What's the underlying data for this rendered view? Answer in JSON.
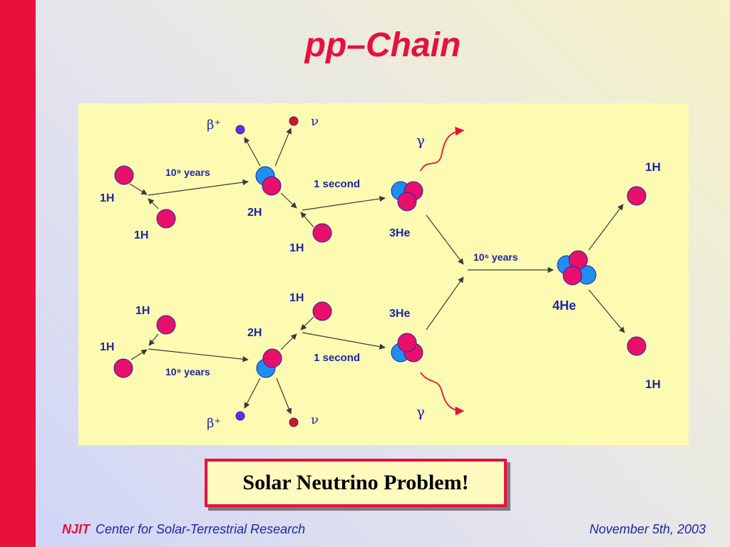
{
  "slide": {
    "title": "pp–Chain",
    "callout": "Solar Neutrino Problem!",
    "footer": {
      "logo": "NJIT",
      "org": "Center for Solar-Terrestrial Research",
      "date": "November 5th, 2003"
    },
    "colors": {
      "accent": "#e8103c",
      "text": "#1d25a8",
      "panel": "#fdfab2",
      "proton": "#e8106a",
      "neutron": "#1f8ef0"
    }
  },
  "diagram": {
    "top": {
      "h1_a": "1H",
      "h1_b": "1H",
      "h2": "2H",
      "h1_c": "1H",
      "he3": "3He",
      "step1_time": "10⁹ years",
      "step2_time": "1 second",
      "beta": "β⁺",
      "neutrino": "ν",
      "gamma": "γ"
    },
    "bottom": {
      "h1_a": "1H",
      "h1_b": "1H",
      "h2": "2H",
      "h1_c": "1H",
      "he3": "3He",
      "step1_time": "10⁹ years",
      "step2_time": "1 second",
      "beta": "β⁺",
      "neutrino": "ν",
      "gamma": "γ"
    },
    "merge": {
      "time": "10⁶ years",
      "he4": "4He",
      "out_top": "1H",
      "out_bottom": "1H"
    }
  }
}
